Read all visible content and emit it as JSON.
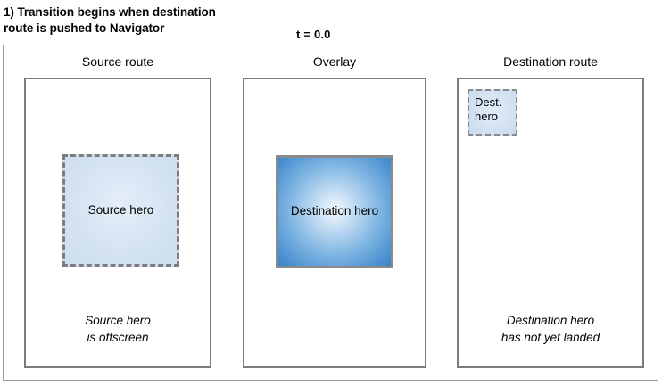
{
  "header": {
    "step_title": "1) Transition begins when destination\nroute is pushed to Navigator",
    "time_label": "t = 0.0"
  },
  "colors": {
    "frame_border": "#9d9d9d",
    "panel_border": "#7b7b7b",
    "hero_dashed_border": "#7d7d7d",
    "hero_solid_border": "#8a8a8a",
    "hero_light_blue": "#d3e2f2",
    "hero_gradient_blue": "#4a90d0",
    "text": "#000000"
  },
  "panels": [
    {
      "id": "source-route",
      "caption": "Source route",
      "hero": {
        "id": "source-hero",
        "label": "Source\nhero",
        "style": "dashed-light-blue"
      },
      "note": "Source hero\nis offscreen"
    },
    {
      "id": "overlay",
      "caption": "Overlay",
      "hero": {
        "id": "overlay-hero",
        "label": "Destination\nhero",
        "style": "solid-gradient-blue"
      },
      "note": ""
    },
    {
      "id": "destination-route",
      "caption": "Destination route",
      "hero": {
        "id": "destination-hero",
        "label": "Dest.\nhero",
        "style": "dashed-light-blue-small"
      },
      "note": "Destination hero\nhas not yet landed"
    }
  ]
}
